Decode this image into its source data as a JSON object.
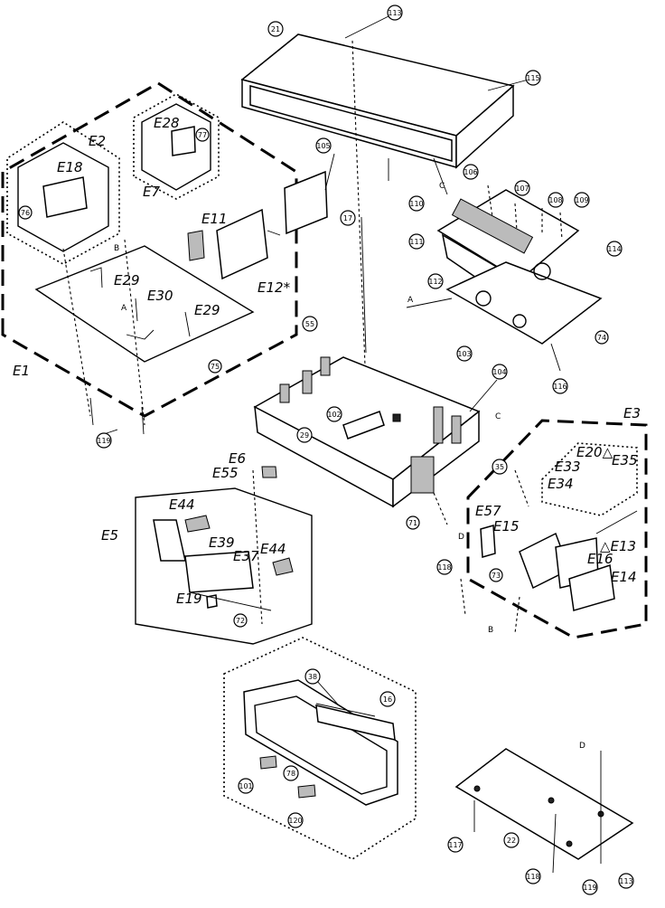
{
  "diagram": {
    "group_labels": {
      "e1": "E1",
      "e2": "E2",
      "e3": "E3",
      "e5": "E5",
      "e6": "E6",
      "e7": "E7"
    },
    "part_labels": {
      "e11": "E11",
      "e12": "E12*",
      "e13": "△E13",
      "e14": "E14",
      "e15": "E15",
      "e16": "E16",
      "e18": "E18",
      "e19": "E19",
      "e20": "E20△",
      "e28": "E28",
      "e29_a": "E29",
      "e29_b": "E29",
      "e30": "E30",
      "e33": "E33",
      "e34": "E34",
      "e35": "E35",
      "e37": "E37",
      "e39": "E39",
      "e44_a": "E44",
      "e44_b": "E44",
      "e55": "E55",
      "e57": "E57"
    },
    "ref_letters": {
      "a1": "A",
      "a2": "A",
      "b1": "B",
      "b2": "B",
      "c1": "C",
      "c2": "C",
      "d1": "D",
      "d2": "D"
    },
    "callouts": {
      "c21": "21",
      "c17": "17",
      "c16": "16",
      "c22": "22",
      "c38": "38",
      "c35": "35",
      "c29": "29",
      "c55": "55",
      "c71": "71",
      "c72": "72",
      "c73": "73",
      "c74": "74",
      "c75": "75",
      "c76": "76",
      "c77": "77",
      "c78": "78",
      "c101": "101",
      "c102": "102",
      "c103": "103",
      "c104": "104",
      "c105": "105",
      "c106": "106",
      "c107": "107",
      "c108": "108",
      "c109": "109",
      "c110": "110",
      "c111": "111",
      "c112": "112",
      "c113": "113",
      "c114": "114",
      "c115": "115",
      "c116": "116",
      "c117": "117",
      "c118": "118",
      "c119": "119",
      "c120": "120"
    }
  }
}
